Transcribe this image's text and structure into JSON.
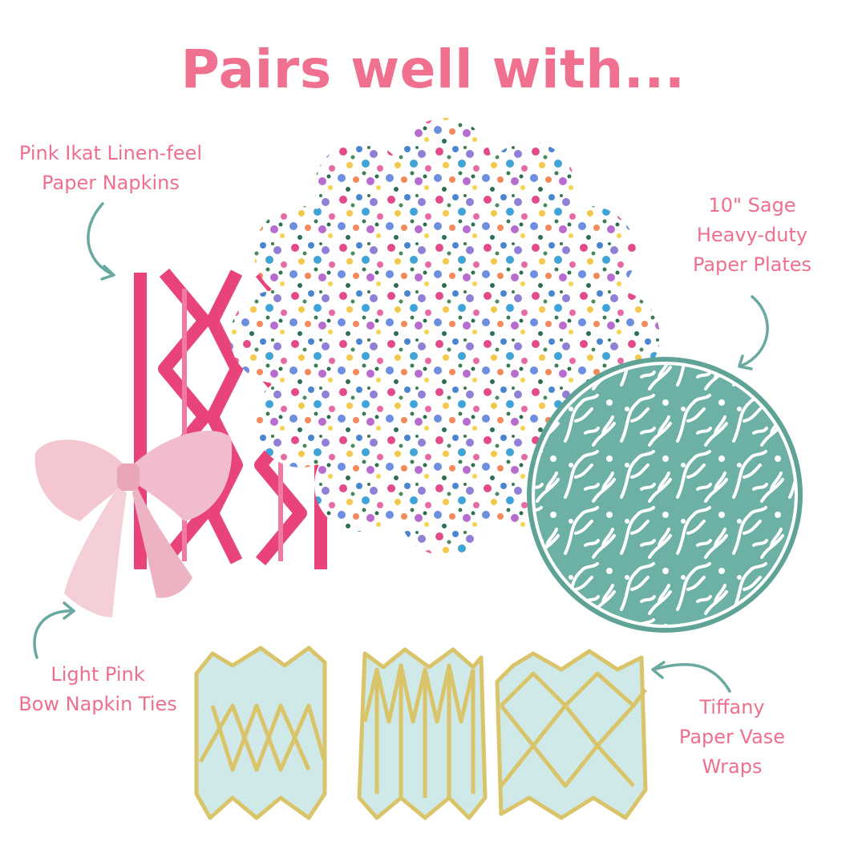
{
  "title": "Pairs well with...",
  "colors": {
    "accent_pink": "#f0718f",
    "arrow_teal": "#6aa9a0",
    "ikat_pink": "#e9447a",
    "sage_plate": "#6db0a5",
    "vase_blue": "#cfe9e9",
    "gold": "#d9c46a",
    "bow_pink": "#f3c6d0"
  },
  "products": {
    "napkins": {
      "line1": "Pink Ikat Linen-feel",
      "line2": "Paper Napkins"
    },
    "plates": {
      "line1": "10\" Sage",
      "line2": "Heavy-duty",
      "line3": "Paper Plates"
    },
    "ties": {
      "line1": "Light Pink",
      "line2": "Bow Napkin Ties"
    },
    "vases": {
      "line1": "Tiffany",
      "line2": "Paper Vase",
      "line3": "Wraps"
    }
  }
}
